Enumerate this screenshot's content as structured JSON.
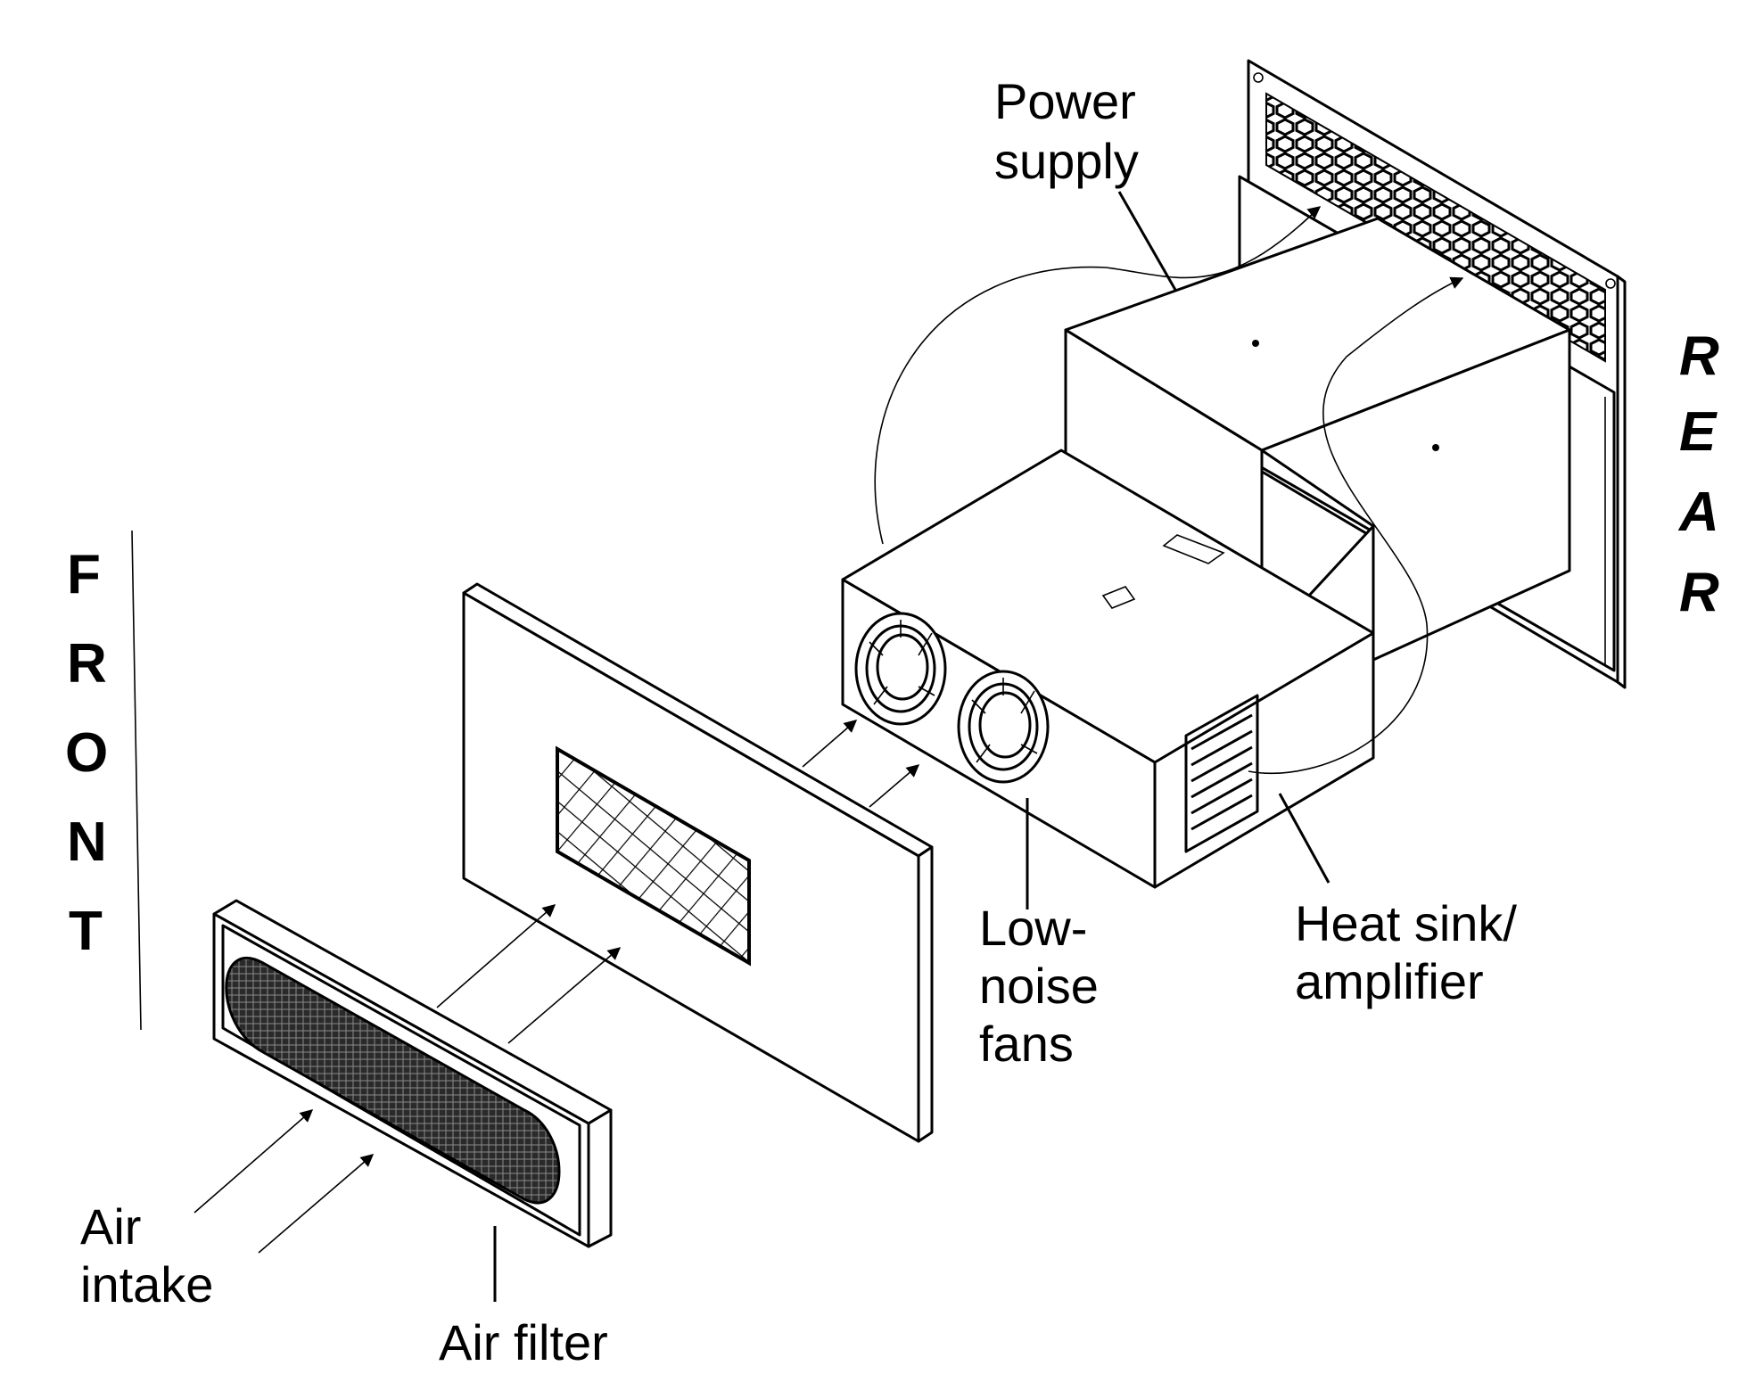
{
  "labels": {
    "power_supply": [
      "Power",
      "supply"
    ],
    "heat_sink": [
      "Heat sink/",
      "amplifier"
    ],
    "fans": [
      "Low-",
      "noise",
      "fans"
    ],
    "air_intake": [
      "Air",
      "intake"
    ],
    "air_filter": "Air filter"
  },
  "side_labels": {
    "front": [
      "F",
      "R",
      "O",
      "N",
      "T"
    ],
    "rear": [
      "R",
      "E",
      "A",
      "R"
    ]
  }
}
